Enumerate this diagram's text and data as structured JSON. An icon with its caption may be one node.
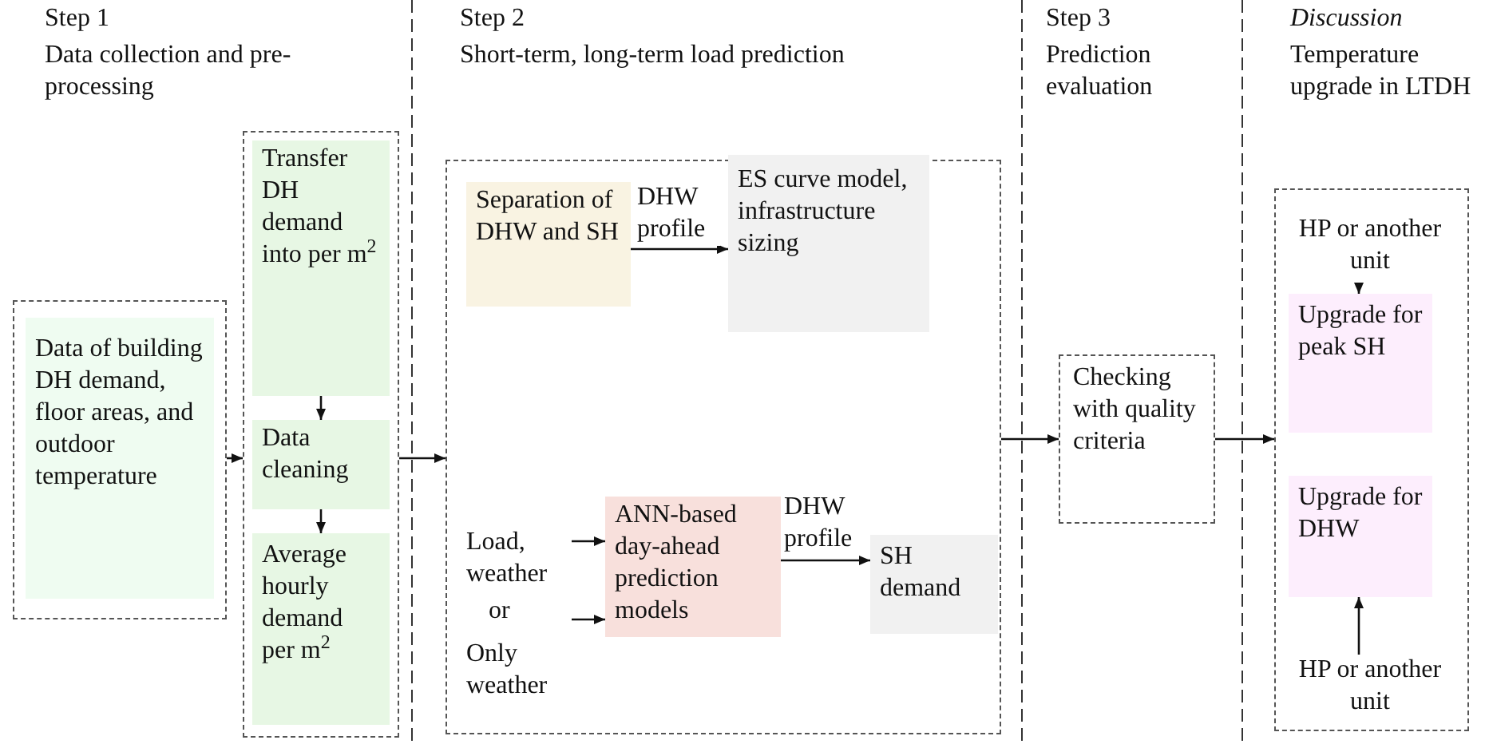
{
  "diagram": {
    "nodes": [
      {
        "text": [],
        "shape": "box"
      },
      {
        "text": [
          "Data of building DH demand, floor areas, and outdoor temperature"
        ],
        "in": 0
      },
      {
        "text": [],
        "shape": "box"
      },
      {
        "text": [
          "Transfer DH demand into per m$^{2}$"
        ],
        "in": 2
      },
      {
        "text": [
          "Data cleaning"
        ],
        "in": 2
      },
      {
        "text": [
          "Average hourly demand per m$^{2}$"
        ],
        "in": 2
      },
      {
        "text": [],
        "shape": "box"
      },
      {
        "text": [
          "Separation of DHW and SH"
        ],
        "in": 6
      },
      {
        "text": [
          "ES curve model, infrastructure sizing"
        ],
        "in": 6
      },
      {
        "text": [
          "Load, weather"
        ],
        "in": 6
      },
      {
        "text": [
          "Only weather"
        ],
        "in": 6
      },
      {
        "text": [
          "ANN-based day-ahead prediction models"
        ],
        "in": 6
      },
      {
        "text": [
          "SH demand"
        ],
        "in": 6
      },
      {
        "text": [
          "Checking with quality criteria"
        ]
      },
      {
        "text": [],
        "shape": "box"
      },
      {
        "text": [
          "HP or another unit"
        ],
        "in": 14
      },
      {
        "text": [
          "Upgrade for peak SH"
        ],
        "in": 14
      },
      {
        "text": [
          "Upgrade for DHW"
        ],
        "in": 14
      },
      {
        "text": [
          "HP or another unit"
        ],
        "in": 14
      }
    ],
    "edges": [
      {
        "from": 0,
        "to": 2,
        "arrow": "to"
      },
      {
        "from": 3,
        "to": 4,
        "arrow": "to"
      },
      {
        "from": 4,
        "to": 5,
        "arrow": "to"
      },
      {
        "from": 2,
        "to": 6,
        "arrow": "to"
      },
      {
        "from": 7,
        "to": 8,
        "arrow": "to",
        "label": "DHW profile"
      },
      {
        "from": 9,
        "to": 11,
        "arrow": "to"
      },
      {
        "from": 10,
        "to": 11,
        "arrow": "to"
      },
      {
        "from": 11,
        "to": 12,
        "arrow": "to",
        "label": "DHW profile"
      },
      {
        "from": 6,
        "to": 13,
        "arrow": "to"
      },
      {
        "from": 13,
        "to": 14,
        "arrow": "to"
      },
      {
        "from": 15,
        "to": 16,
        "arrow": "to"
      },
      {
        "from": 18,
        "to": 17,
        "arrow": "to"
      }
    ],
    "labels": [
      "Step 1",
      "Data collection and pre-processing",
      "Step 2",
      "Short-term, long-term load prediction",
      "Step 3",
      "Prediction evaluation",
      "Discussion",
      "Temperature upgrade in LTDH",
      "or"
    ]
  }
}
